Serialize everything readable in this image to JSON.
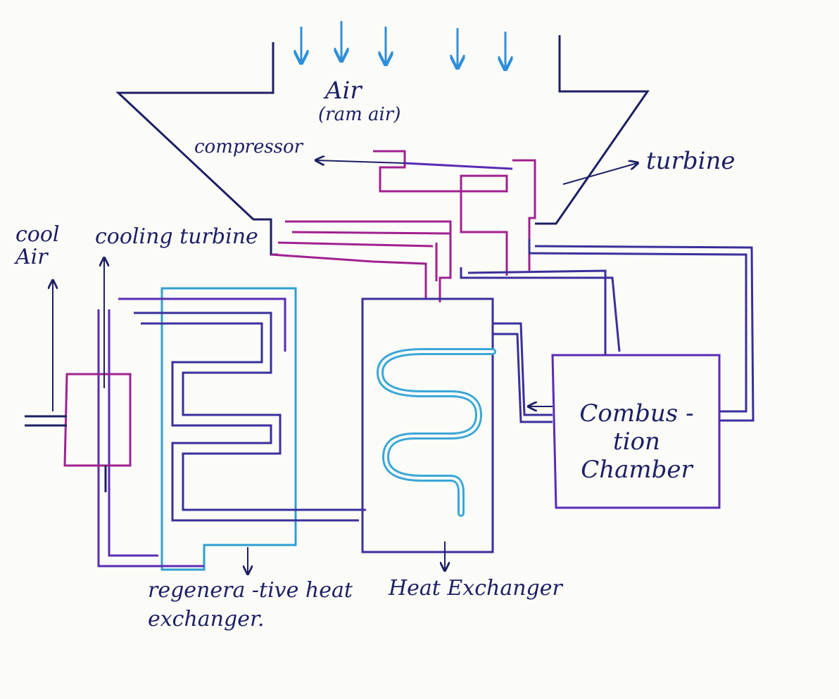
{
  "diagram": {
    "colors": {
      "ink": "#1c1f63",
      "magenta": "#a0208f",
      "violet": "#5a2bb5",
      "indigo": "#3a2f9c",
      "cyan": "#2e9fd0",
      "arrow_blue": "#2f8fd8",
      "paper": "#fbfbf8"
    },
    "labels": {
      "air": "Air",
      "ram_air": "(ram air)",
      "compressor": "compressor",
      "turbine": "turbine",
      "cool_air": "cool Air",
      "cooling_turbine": "cooling turbine",
      "combustion_chamber": "Combus -tion Chamber",
      "regenerative": "regenera -tive heat exchanger.",
      "heat_exchanger": "Heat Exchanger"
    }
  }
}
